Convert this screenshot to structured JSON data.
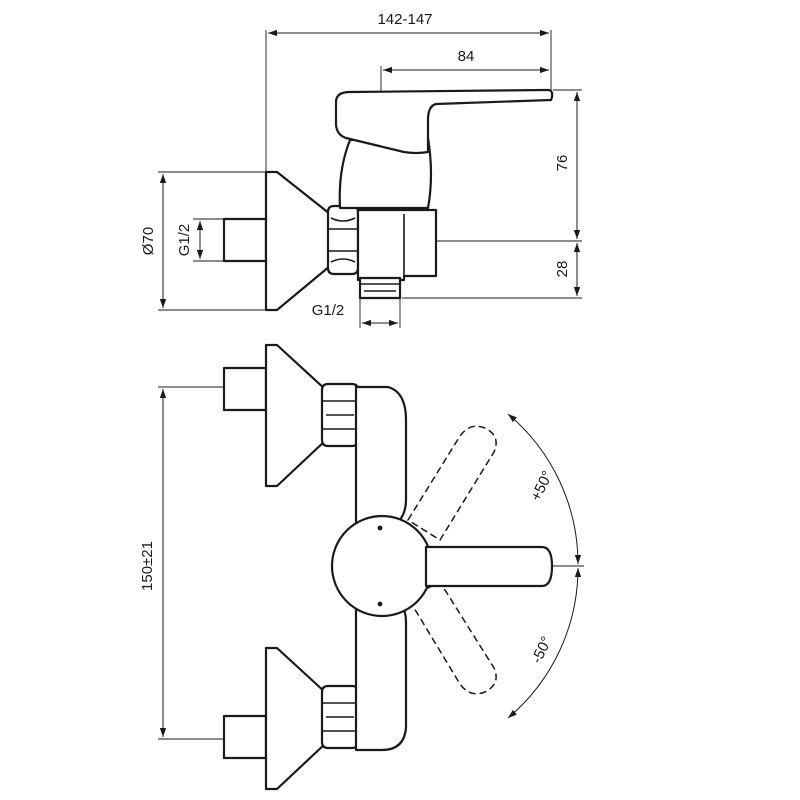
{
  "dimensions": {
    "overall_depth": "142-147",
    "lever_length": "84",
    "lever_height": "76",
    "outlet_height": "28",
    "flange_diameter": "Ø70",
    "inlet_thread": "G1/2",
    "outlet_thread": "G1/2",
    "inlet_spacing": "150±21",
    "rotation_up": "+50°",
    "rotation_down": "-50°"
  },
  "colors": {
    "line": "#1a1a1a",
    "background": "#ffffff"
  }
}
